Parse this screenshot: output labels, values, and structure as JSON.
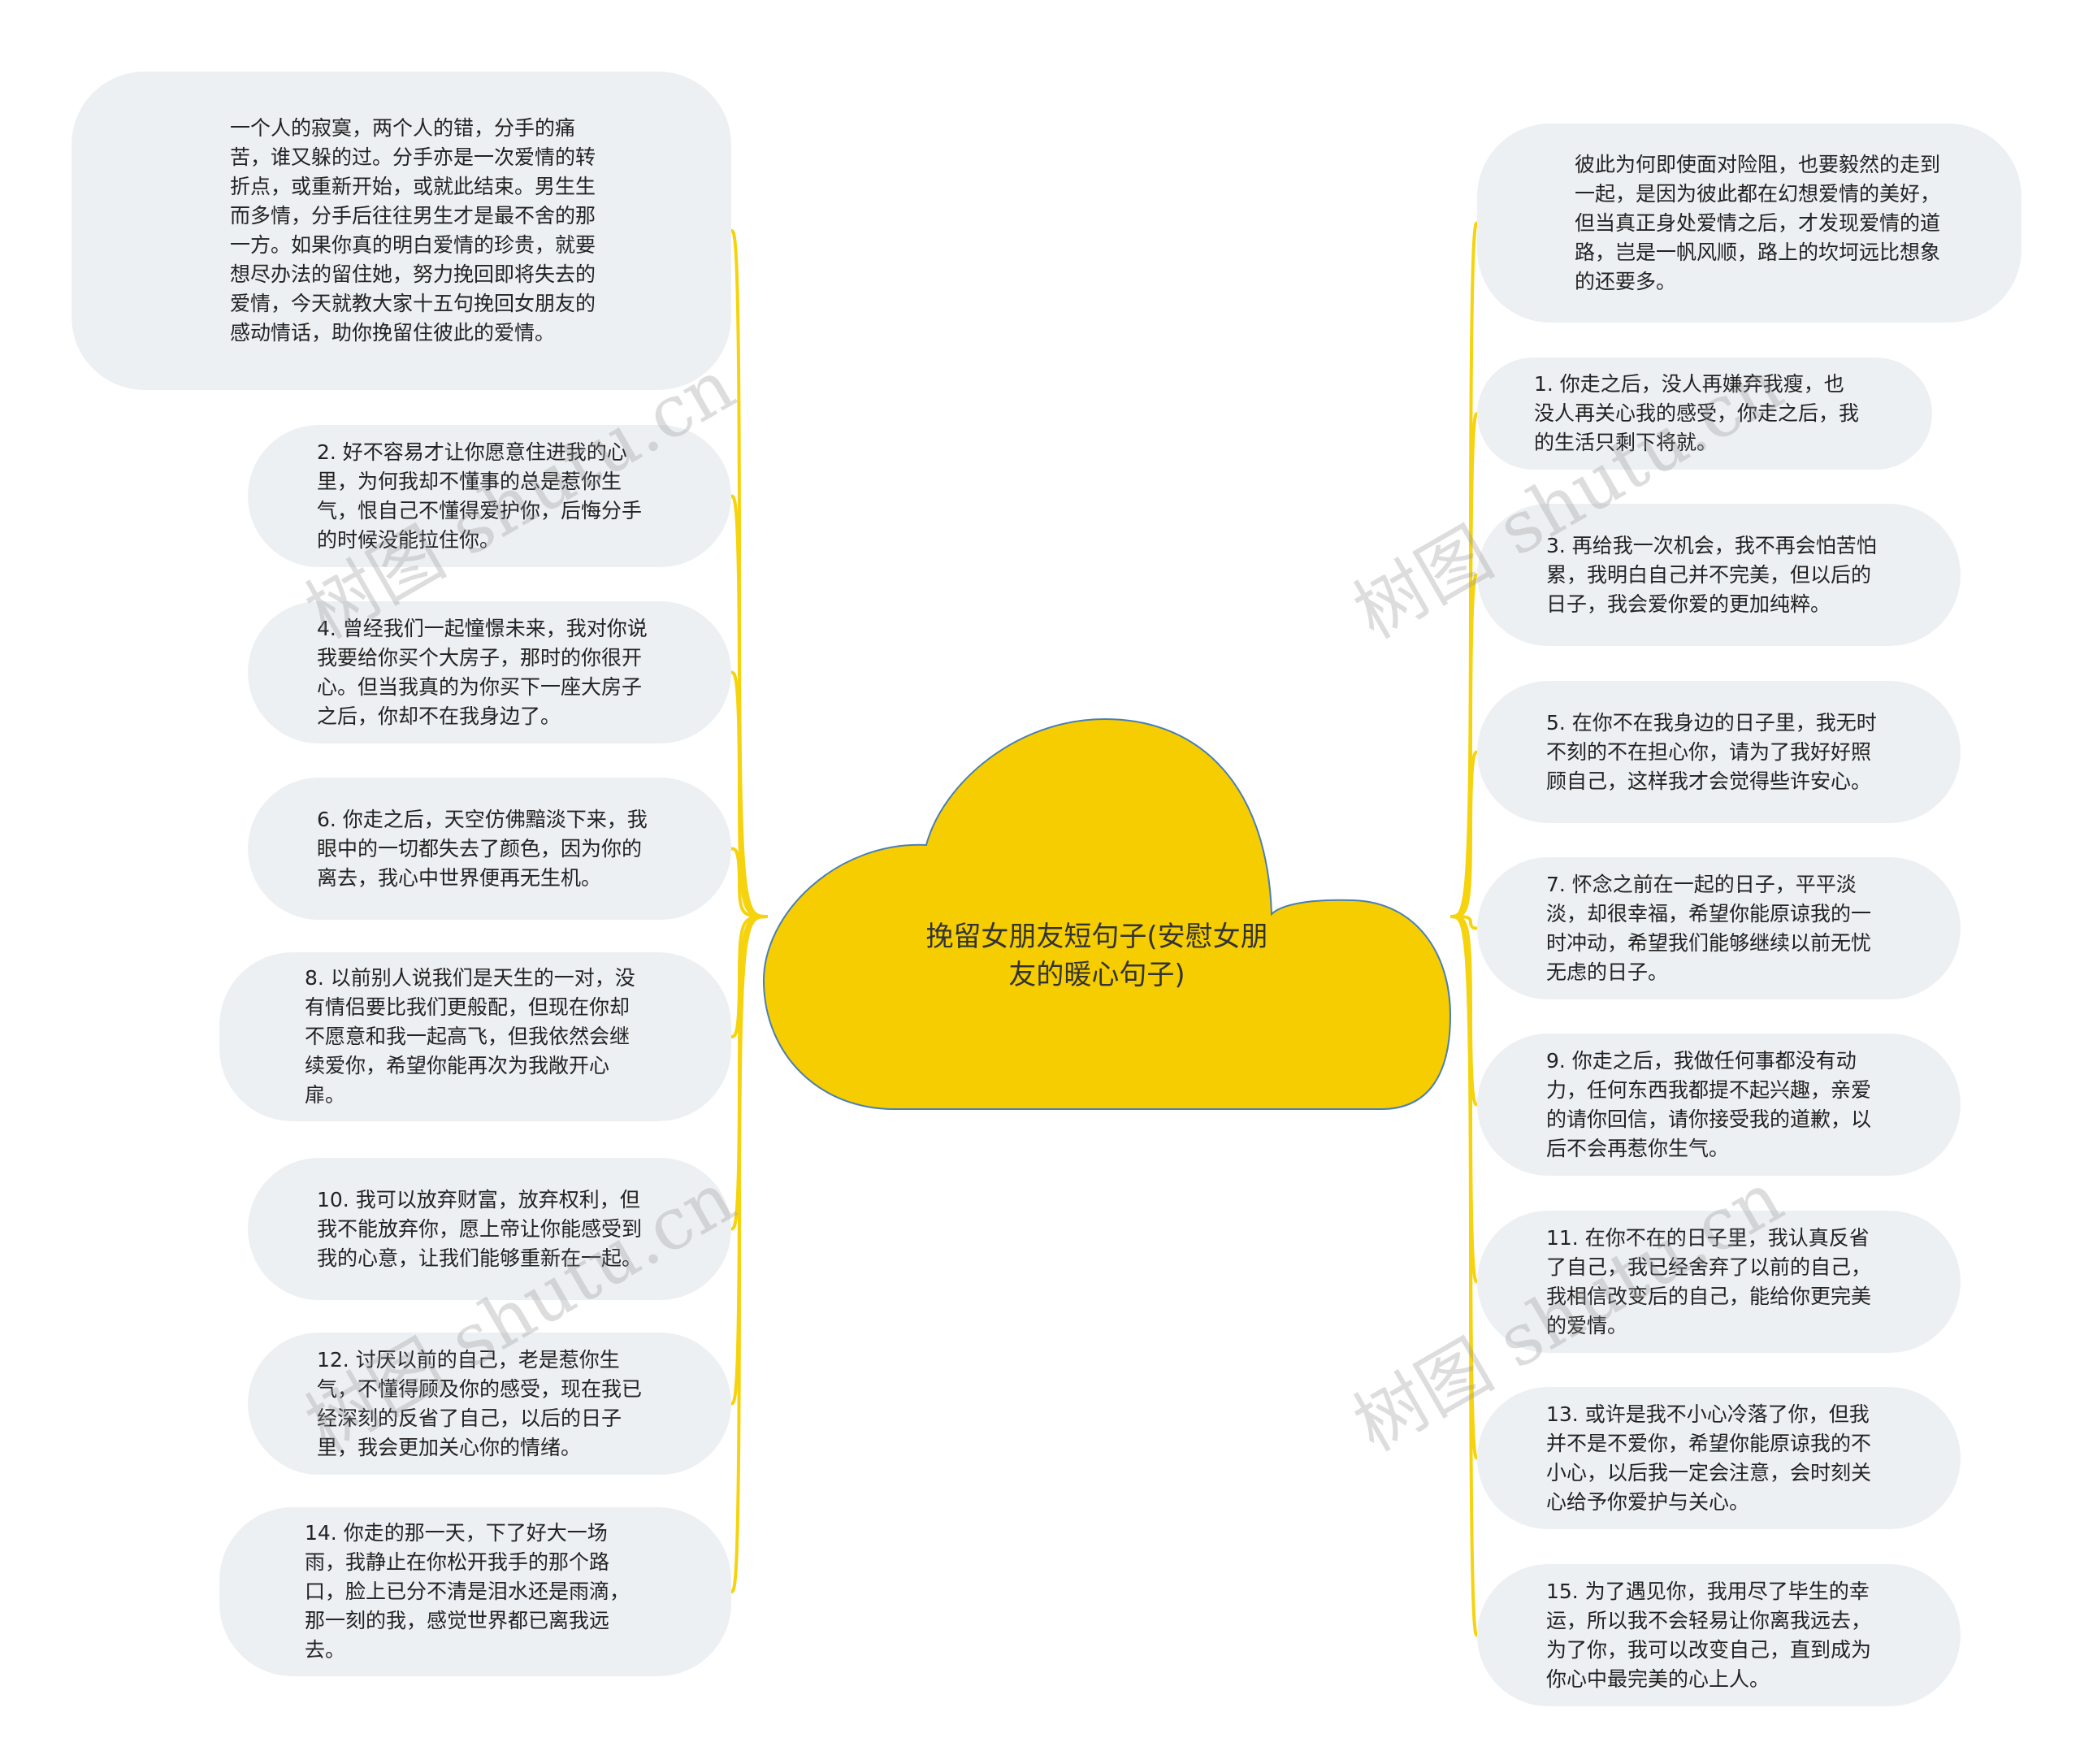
{
  "center": {
    "title": "挽留女朋友短句子(安慰女朋友的暖心句子)"
  },
  "colors": {
    "cloud_fill": "#f5cd00",
    "cloud_stroke": "#4a7fb5",
    "branch": "#f5d40f",
    "node_bg": "#edf0f3"
  },
  "watermark": "树图 shutu.cn",
  "left_nodes": [
    "一个人的寂寞，两个人的错，分手的痛苦，谁又躲的过。分手亦是一次爱情的转折点，或重新开始，或就此结束。男生生而多情，分手后往往男生才是最不舍的那一方。如果你真的明白爱情的珍贵，就要想尽办法的留住她，努力挽回即将失去的爱情，今天就教大家十五句挽回女朋友的感动情话，助你挽留住彼此的爱情。",
    "2. 好不容易才让你愿意住进我的心里，为何我却不懂事的总是惹你生气，恨自己不懂得爱护你，后悔分手的时候没能拉住你。",
    "4. 曾经我们一起憧憬未来，我对你说我要给你买个大房子，那时的你很开心。但当我真的为你买下一座大房子之后，你却不在我身边了。",
    "6. 你走之后，天空仿佛黯淡下来，我眼中的一切都失去了颜色，因为你的离去，我心中世界便再无生机。",
    "8. 以前别人说我们是天生的一对，没有情侣要比我们更般配，但现在你却不愿意和我一起高飞，但我依然会继续爱你，希望你能再次为我敞开心扉。",
    "10. 我可以放弃财富，放弃权利，但我不能放弃你，愿上帝让你能感受到我的心意，让我们能够重新在一起。",
    "12. 讨厌以前的自己，老是惹你生气，不懂得顾及你的感受，现在我已经深刻的反省了自己，以后的日子里，我会更加关心你的情绪。",
    "14. 你走的那一天，下了好大一场雨，我静止在你松开我手的那个路口，脸上已分不清是泪水还是雨滴，那一刻的我，感觉世界都已离我远去。"
  ],
  "right_nodes": [
    "彼此为何即使面对险阻，也要毅然的走到一起，是因为彼此都在幻想爱情的美好，但当真正身处爱情之后，才发现爱情的道路，岂是一帆风顺，路上的坎坷远比想象的还要多。",
    "1. 你走之后，没人再嫌弃我瘦，也没人再关心我的感受，你走之后，我的生活只剩下将就。",
    "3. 再给我一次机会，我不再会怕苦怕累，我明白自己并不完美，但以后的日子，我会爱你爱的更加纯粹。",
    "5. 在你不在我身边的日子里，我无时不刻的不在担心你，请为了我好好照顾自己，这样我才会觉得些许安心。",
    "7. 怀念之前在一起的日子，平平淡淡，却很幸福，希望你能原谅我的一时冲动，希望我们能够继续以前无忧无虑的日子。",
    "9. 你走之后，我做任何事都没有动力，任何东西我都提不起兴趣，亲爱的请你回信，请你接受我的道歉，以后不会再惹你生气。",
    "11. 在你不在的日子里，我认真反省了自己，我已经舍弃了以前的自己，我相信改变后的自己，能给你更完美的爱情。",
    "13. 或许是我不小心冷落了你，但我并不是不爱你，希望你能原谅我的不小心，以后我一定会注意，会时刻关心给予你爱护与关心。",
    "15. 为了遇见你，我用尽了毕生的幸运，所以我不会轻易让你离我远去，为了你，我可以改变自己，直到成为你心中最完美的心上人。"
  ]
}
